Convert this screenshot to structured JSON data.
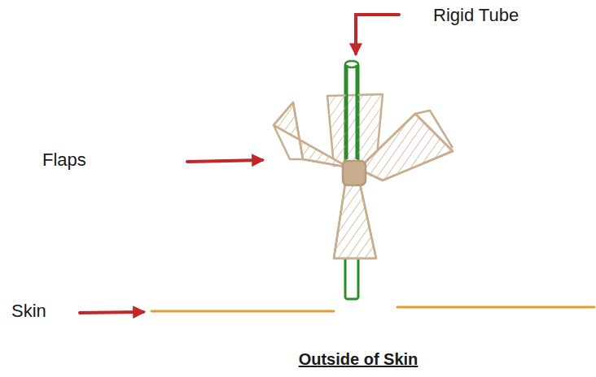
{
  "diagram": {
    "caption": "Outside of Skin",
    "labels": [
      "Rigid Tube",
      "Flaps",
      "Skin"
    ]
  }
}
